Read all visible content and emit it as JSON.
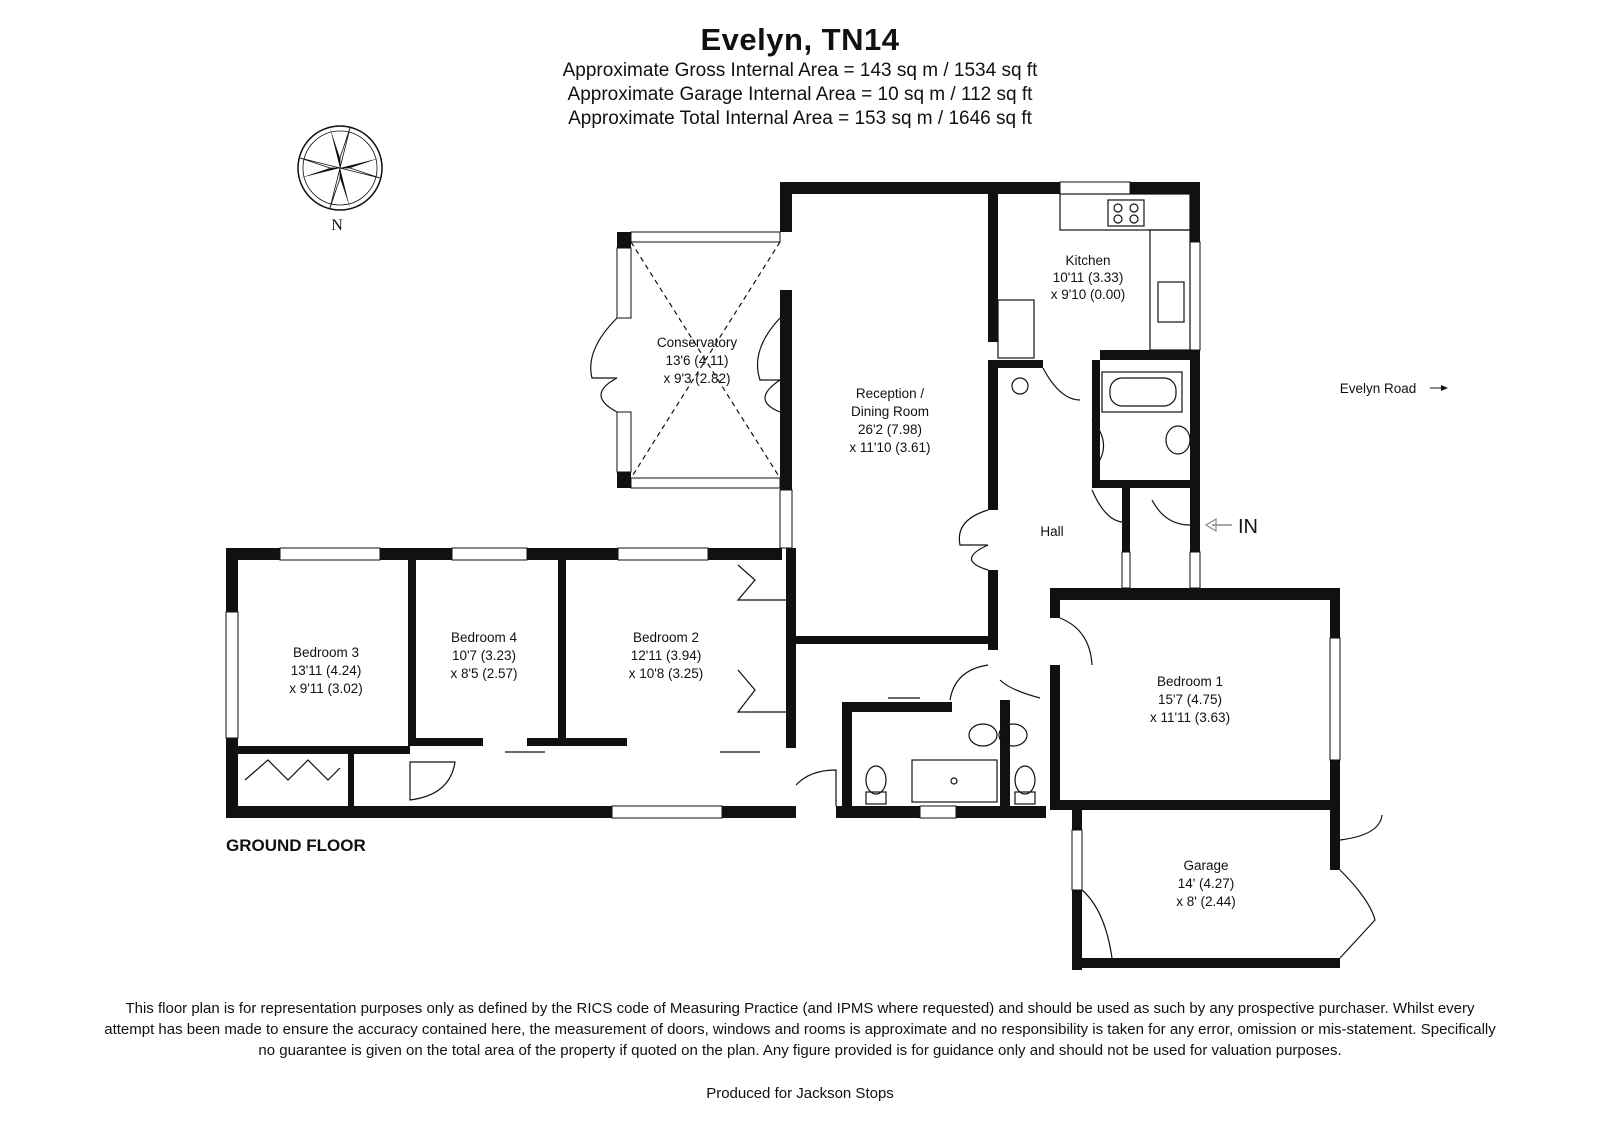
{
  "header": {
    "title": "Evelyn, TN14",
    "areas": [
      "Approximate Gross Internal Area = 143 sq m / 1534 sq ft",
      "Approximate Garage Internal Area = 10 sq m / 112 sq ft",
      "Approximate Total Internal Area = 153 sq m / 1646 sq ft"
    ]
  },
  "compass": {
    "label": "N"
  },
  "floor_label": "GROUND FLOOR",
  "rooms": {
    "conservatory": [
      "Conservatory",
      "13'6 (4.11)",
      "x 9'3 (2.82)"
    ],
    "reception": [
      "Reception /",
      "Dining Room",
      "26'2 (7.98)",
      "x 11'10 (3.61)"
    ],
    "kitchen": [
      "Kitchen",
      "10'11 (3.33)",
      "x 9'10 (0.00)"
    ],
    "hall": [
      "Hall"
    ],
    "bedroom3": [
      "Bedroom 3",
      "13'11 (4.24)",
      "x 9'11 (3.02)"
    ],
    "bedroom4": [
      "Bedroom 4",
      "10'7 (3.23)",
      "x 8'5 (2.57)"
    ],
    "bedroom2": [
      "Bedroom 2",
      "12'11 (3.94)",
      "x 10'8 (3.25)"
    ],
    "bedroom1": [
      "Bedroom 1",
      "15'7 (4.75)",
      "x 11'11 (3.63)"
    ],
    "garage": [
      "Garage",
      "14' (4.27)",
      "x 8' (2.44)"
    ]
  },
  "road_label": "Evelyn Road",
  "entrance_label": "IN",
  "disclaimer": "This floor plan is for representation purposes only as defined by the RICS code of Measuring Practice (and IPMS where requested) and should be used as such by any prospective purchaser. Whilst every attempt has been made to ensure the accuracy contained here, the measurement of doors, windows and rooms is approximate and no responsibility is taken for any error, omission or mis-statement. Specifically no guarantee is given on the total area of the property if quoted on the plan. Any figure provided is for guidance only and should not be used for valuation purposes.",
  "credit": "Produced for Jackson Stops"
}
